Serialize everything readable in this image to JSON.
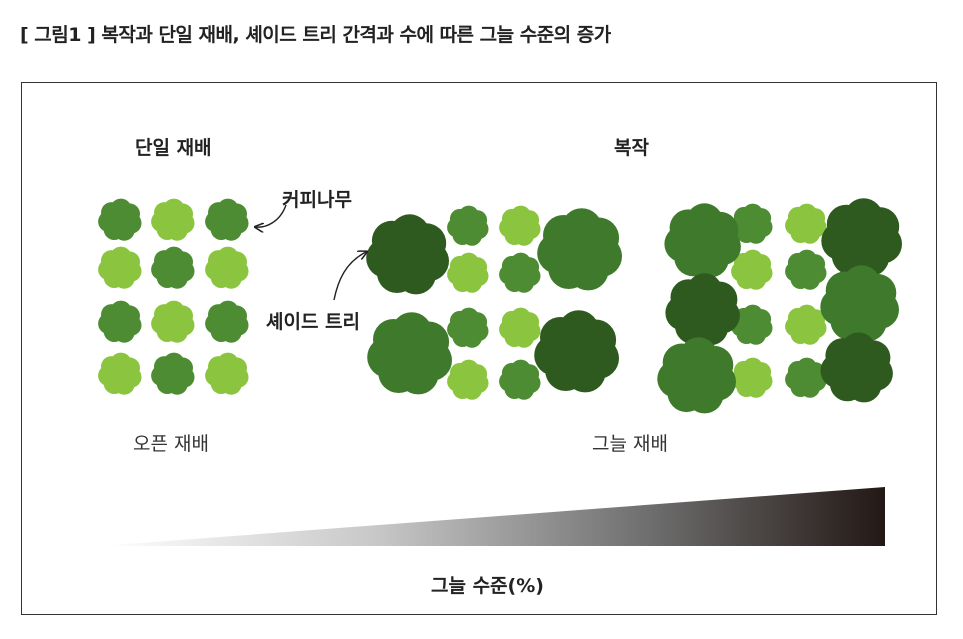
{
  "figure": {
    "title": "[ 그림1 ] 복작과 단일 재배, 셰이드 트리 간격과 수에 따른 그늘 수준의 증가"
  },
  "sections": {
    "monoculture": "단일 재배",
    "polyculture": "복작"
  },
  "annotations": {
    "coffee_tree": "커피나무",
    "shade_tree": "셰이드 트리"
  },
  "systems": {
    "open": "오픈 재배",
    "shade": "그늘 재배"
  },
  "gradient": {
    "label": "그늘 수준(%)",
    "start_color": "#ffffff",
    "end_color": "#231815"
  },
  "colors": {
    "coffee_dark": "#4e8c34",
    "coffee_light": "#8bc53f",
    "shade_mid": "#3f7a2c",
    "shade_dark": "#2e5a1f"
  }
}
